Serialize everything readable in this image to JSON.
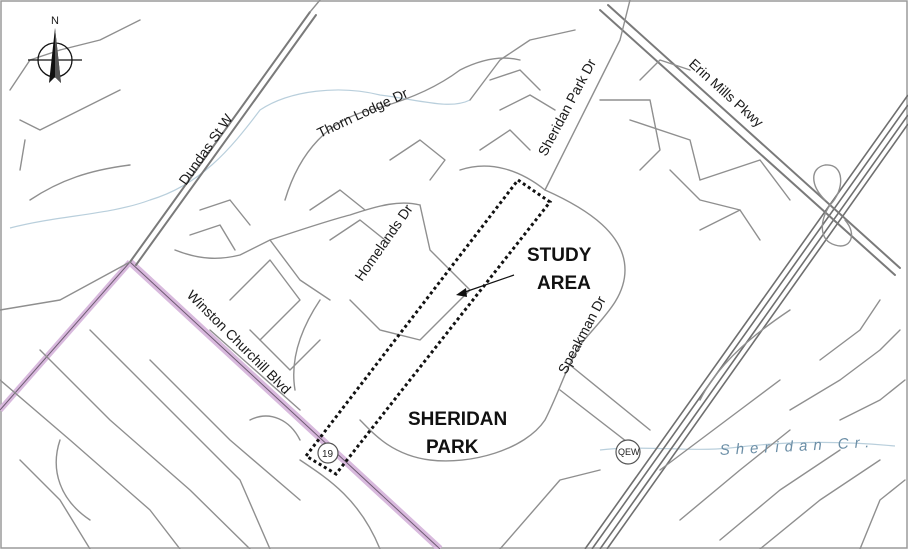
{
  "map": {
    "north_label": "N",
    "roads": {
      "dundas": "Dundas St W",
      "thorn_lodge": "Thorn Lodge Dr",
      "sheridan_park": "Sheridan Park Dr",
      "erin_mills": "Erin Mills Pkwy",
      "homelands": "Homelands Dr",
      "winston_churchill": "Winston Churchill Blvd",
      "speakman": "Speakman Dr"
    },
    "study_area": "STUDY AREA",
    "study_area_lines": [
      "STUDY",
      "AREA"
    ],
    "park": "SHERIDAN PARK",
    "park_lines": [
      "SHERIDAN",
      "PARK"
    ],
    "creek": "Sheridan Cr.",
    "shields": {
      "regional_road": "19",
      "highway": "QEW"
    },
    "colors": {
      "roads": "#8f8f8f",
      "regional_road_highlight": "#c9a9cf",
      "creek": "#a8c3d4",
      "study_area_boundary": "#111111"
    }
  }
}
